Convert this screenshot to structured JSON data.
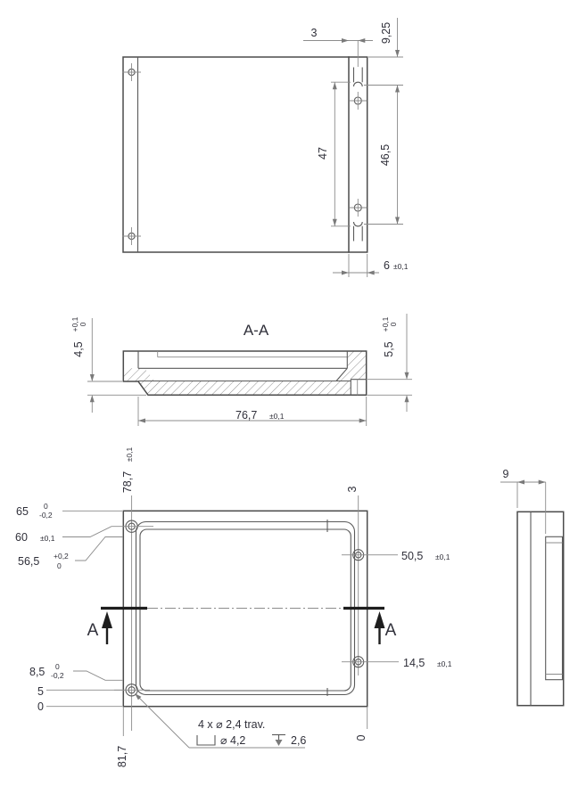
{
  "top_view": {
    "dim_hole_offset": "3",
    "dim_edge_to_slot": "9,25",
    "dim_slot_length": "47",
    "dim_hole_span": "46,5",
    "dim_step": "6",
    "dim_step_tol": "±0,1"
  },
  "section_view": {
    "title": "A-A",
    "dim_lip": "4,5",
    "dim_lip_tol_up": "+0,1",
    "dim_lip_tol_dn": "0",
    "dim_groove": "5,5",
    "dim_groove_tol_up": "+0,1",
    "dim_groove_tol_dn": "0",
    "dim_width": "76,7",
    "dim_width_tol": "±0,1"
  },
  "front_view": {
    "dim_787": "78,7",
    "dim_787_tol": "±0,1",
    "dim_3_top": "3",
    "dim_65": "65",
    "dim_65_tol_up": "0",
    "dim_65_tol_dn": "-0,2",
    "dim_60": "60",
    "dim_60_tol": "±0,1",
    "dim_565": "56,5",
    "dim_565_tol_up": "+0,2",
    "dim_565_tol_dn": "0",
    "dim_505": "50,5",
    "dim_505_tol": "±0,1",
    "dim_145": "14,5",
    "dim_145_tol": "±0,1",
    "dim_85": "8,5",
    "dim_85_tol_up": "0",
    "dim_85_tol_dn": "-0,2",
    "dim_5": "5",
    "dim_0_left": "0",
    "dim_817": "81,7",
    "dim_0_right": "0",
    "note_line1": "4 x ⌀ 2,4 trav.",
    "note_cbore": "⌀ 4,2",
    "note_depth": "2,6"
  },
  "side_view": {
    "dim_depth": "9"
  },
  "section_marks": {
    "label_left": "A",
    "label_right": "A"
  }
}
